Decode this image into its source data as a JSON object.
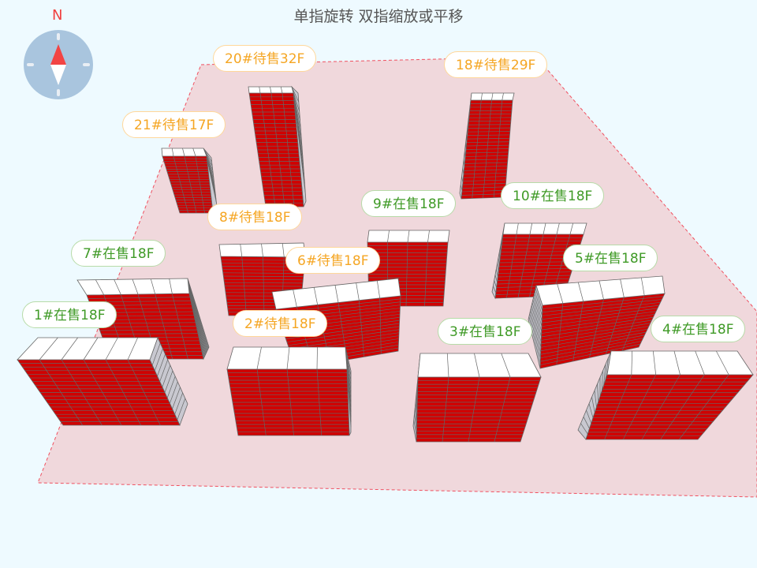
{
  "header": {
    "title": "单指旋转 双指缩放或平移"
  },
  "compass": {
    "north_label": "N",
    "icon": "compass-icon"
  },
  "colors": {
    "pending": "#f5a623",
    "onsale": "#3f9a26",
    "facade": "#d00000",
    "ground": "#f0d8dc"
  },
  "buildings": [
    {
      "id": "20",
      "label": "20#待售32F",
      "status": "pending"
    },
    {
      "id": "18",
      "label": "18#待售29F",
      "status": "pending"
    },
    {
      "id": "21",
      "label": "21#待售17F",
      "status": "pending"
    },
    {
      "id": "8",
      "label": "8#待售18F",
      "status": "pending"
    },
    {
      "id": "9",
      "label": "9#在售18F",
      "status": "onsale"
    },
    {
      "id": "10",
      "label": "10#在售18F",
      "status": "onsale"
    },
    {
      "id": "7",
      "label": "7#在售18F",
      "status": "onsale"
    },
    {
      "id": "6",
      "label": "6#待售18F",
      "status": "pending"
    },
    {
      "id": "5",
      "label": "5#在售18F",
      "status": "onsale"
    },
    {
      "id": "1",
      "label": "1#在售18F",
      "status": "onsale"
    },
    {
      "id": "2",
      "label": "2#待售18F",
      "status": "pending"
    },
    {
      "id": "3",
      "label": "3#在售18F",
      "status": "onsale"
    },
    {
      "id": "4",
      "label": "4#在售18F",
      "status": "onsale"
    }
  ]
}
